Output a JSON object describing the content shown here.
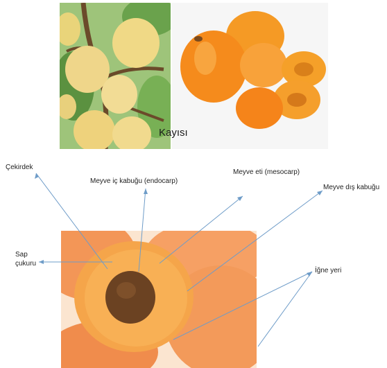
{
  "title": "Kayısı",
  "labels": {
    "seed": "Çekirdek",
    "endocarp": "Meyve iç kabuğu (endocarp)",
    "mesocarp": "Meyve eti (mesocarp)",
    "exocarp": "Meyve dış kabuğu",
    "stem_cavity_line1": "Sap",
    "stem_cavity_line2": "çukuru",
    "needle_site": "İğne yeri"
  },
  "colors": {
    "apricot_orange": "#f39a3c",
    "apricot_flesh": "#f7a54a",
    "pit_brown": "#6b4222",
    "leaf_green": "#4f8a3a",
    "leader_line": "#6e9cc8"
  }
}
